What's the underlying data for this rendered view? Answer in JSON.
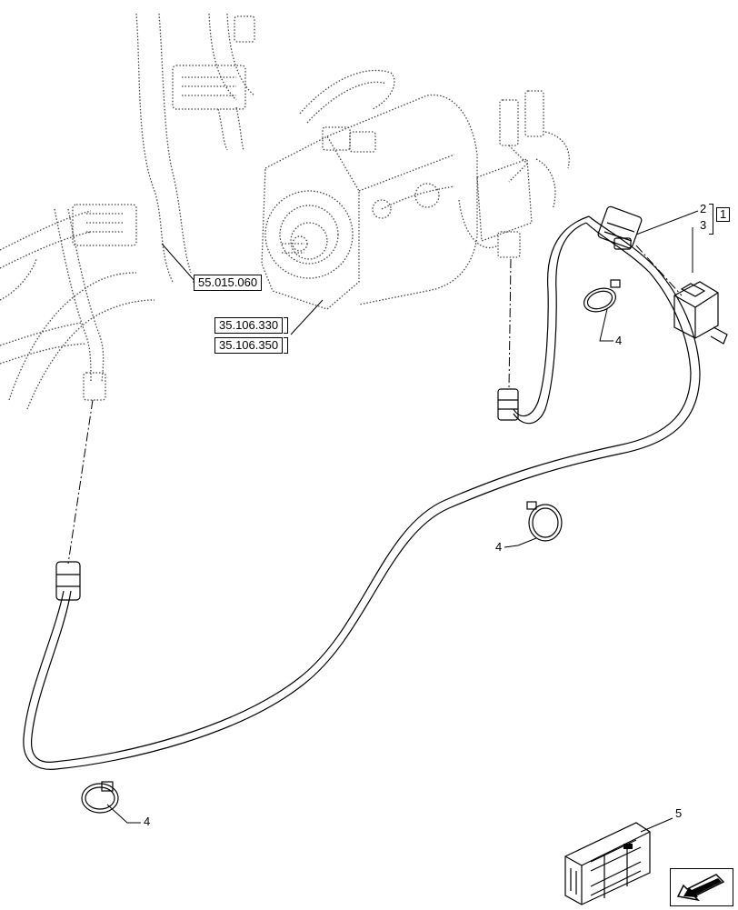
{
  "references": {
    "harness_ref": "55.015.060",
    "pump_ref_1": "35.106.330",
    "pump_ref_2": "35.106.350"
  },
  "callouts": {
    "item_1": "1",
    "item_2": "2",
    "item_3": "3",
    "item_4_a": "4",
    "item_4_b": "4",
    "item_4_c": "4",
    "item_5": "5"
  },
  "icons": {
    "nav": "arrow-left-down-icon",
    "kit": "parts-kit-crate-icon"
  }
}
